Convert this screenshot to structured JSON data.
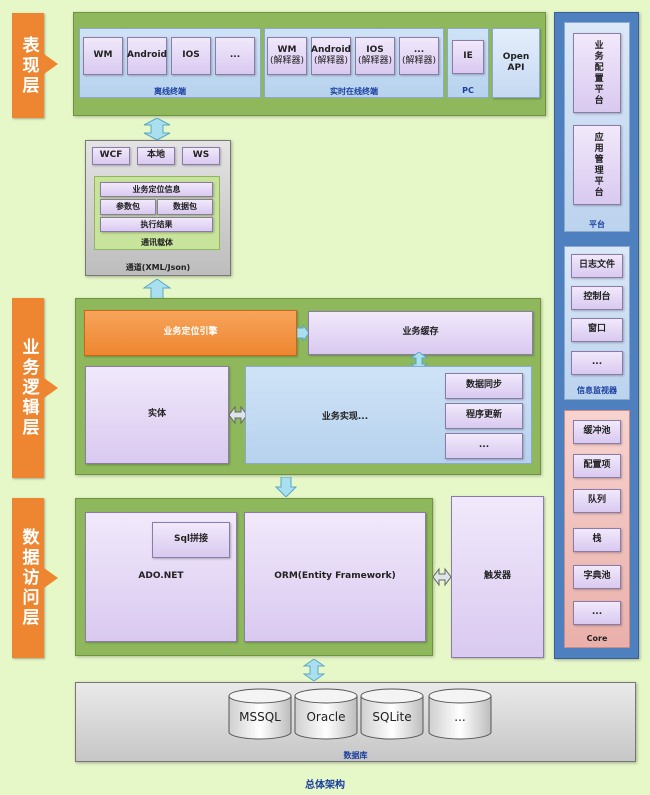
{
  "layers": {
    "presentation": "表现层",
    "business": "业务逻辑层",
    "data_access": "数据访问层"
  },
  "presentation": {
    "offline": {
      "caption": "离线终端",
      "items": [
        "WM",
        "Android",
        "IOS",
        "..."
      ]
    },
    "realtime": {
      "caption": "实时在线终端",
      "items": [
        {
          "name": "WM",
          "sub": "(解释器)"
        },
        {
          "name": "Android",
          "sub": "(解释器)"
        },
        {
          "name": "IOS",
          "sub": "(解释器)"
        },
        {
          "name": "...",
          "sub": "(解释器)"
        }
      ]
    },
    "pc": {
      "caption": "PC",
      "item": "IE"
    },
    "open_api": "Open API"
  },
  "channel": {
    "protocols": [
      "WCF",
      "本地",
      "WS"
    ],
    "carrier": {
      "rows": [
        "业务定位信息",
        "执行结果"
      ],
      "split_row": [
        "参数包",
        "数据包"
      ],
      "caption": "通讯载体"
    },
    "caption": "通道(XML/Json)"
  },
  "business": {
    "locator_engine": "业务定位引擎",
    "cache": "业务缓存",
    "entity": "实体",
    "implementation": "业务实现...",
    "impl_items": [
      "数据同步",
      "程序更新",
      "..."
    ]
  },
  "data_access": {
    "ado": "ADO.NET",
    "sql": "Sql拼接",
    "orm": "ORM(Entity Framework)",
    "trigger": "触发器"
  },
  "database": {
    "caption": "数据库",
    "items": [
      "MSSQL",
      "Oracle",
      "SQLite",
      "..."
    ]
  },
  "right_column": {
    "platform": {
      "caption": "平台",
      "items": [
        "业务配置平台",
        "应用管理平台"
      ]
    },
    "monitor": {
      "caption": "信息监视器",
      "items": [
        "日志文件",
        "控制台",
        "窗口",
        "..."
      ]
    },
    "core": {
      "caption": "Core",
      "items": [
        "缓冲池",
        "配置项",
        "队列",
        "栈",
        "字典池",
        "..."
      ]
    }
  },
  "footer_title": "总体架构",
  "colors": {
    "layer_orange": "#ee8631",
    "frame_green": "#8fb85c",
    "caption_blue": "#1b3fa0"
  }
}
